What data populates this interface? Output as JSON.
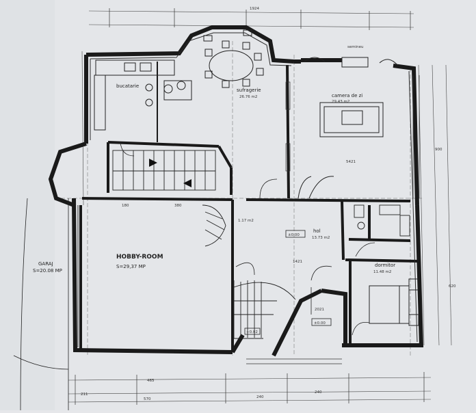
{
  "rooms": {
    "bucatarie": "bucatarie",
    "sufragerie": "sufragerie",
    "sufragerie_area": "26.76 m2",
    "camera_de_zi": "camera de zi",
    "camera_de_zi_area": "29.43 m2",
    "hobby_room": "HOBBY-ROOM",
    "hobby_room_area": "S=29,37 MP",
    "garaj": "GARAJ",
    "garaj_area": "S=20.08 MP",
    "hol": "hol",
    "hol_area": "13.73 m2",
    "dormitor": "dormitor",
    "dormitor_area": "11.48 m2",
    "hall_small_area": "1.17 m2",
    "semineu": "semineu"
  },
  "levels": {
    "hol_level": "±0.00",
    "entry_level": "±0.00",
    "stair_level": "+0.02"
  },
  "dimensions": {
    "top_1": "1924",
    "bottom_1": "570",
    "bottom_2": "240",
    "bottom_3": "465",
    "bottom_4": "240",
    "bottom_5": "211",
    "mid_1": "380",
    "mid_2": "180",
    "side_1": "900",
    "side_2": "620",
    "internal_1": "1421",
    "internal_2": "2021",
    "internal_3": "5421"
  }
}
